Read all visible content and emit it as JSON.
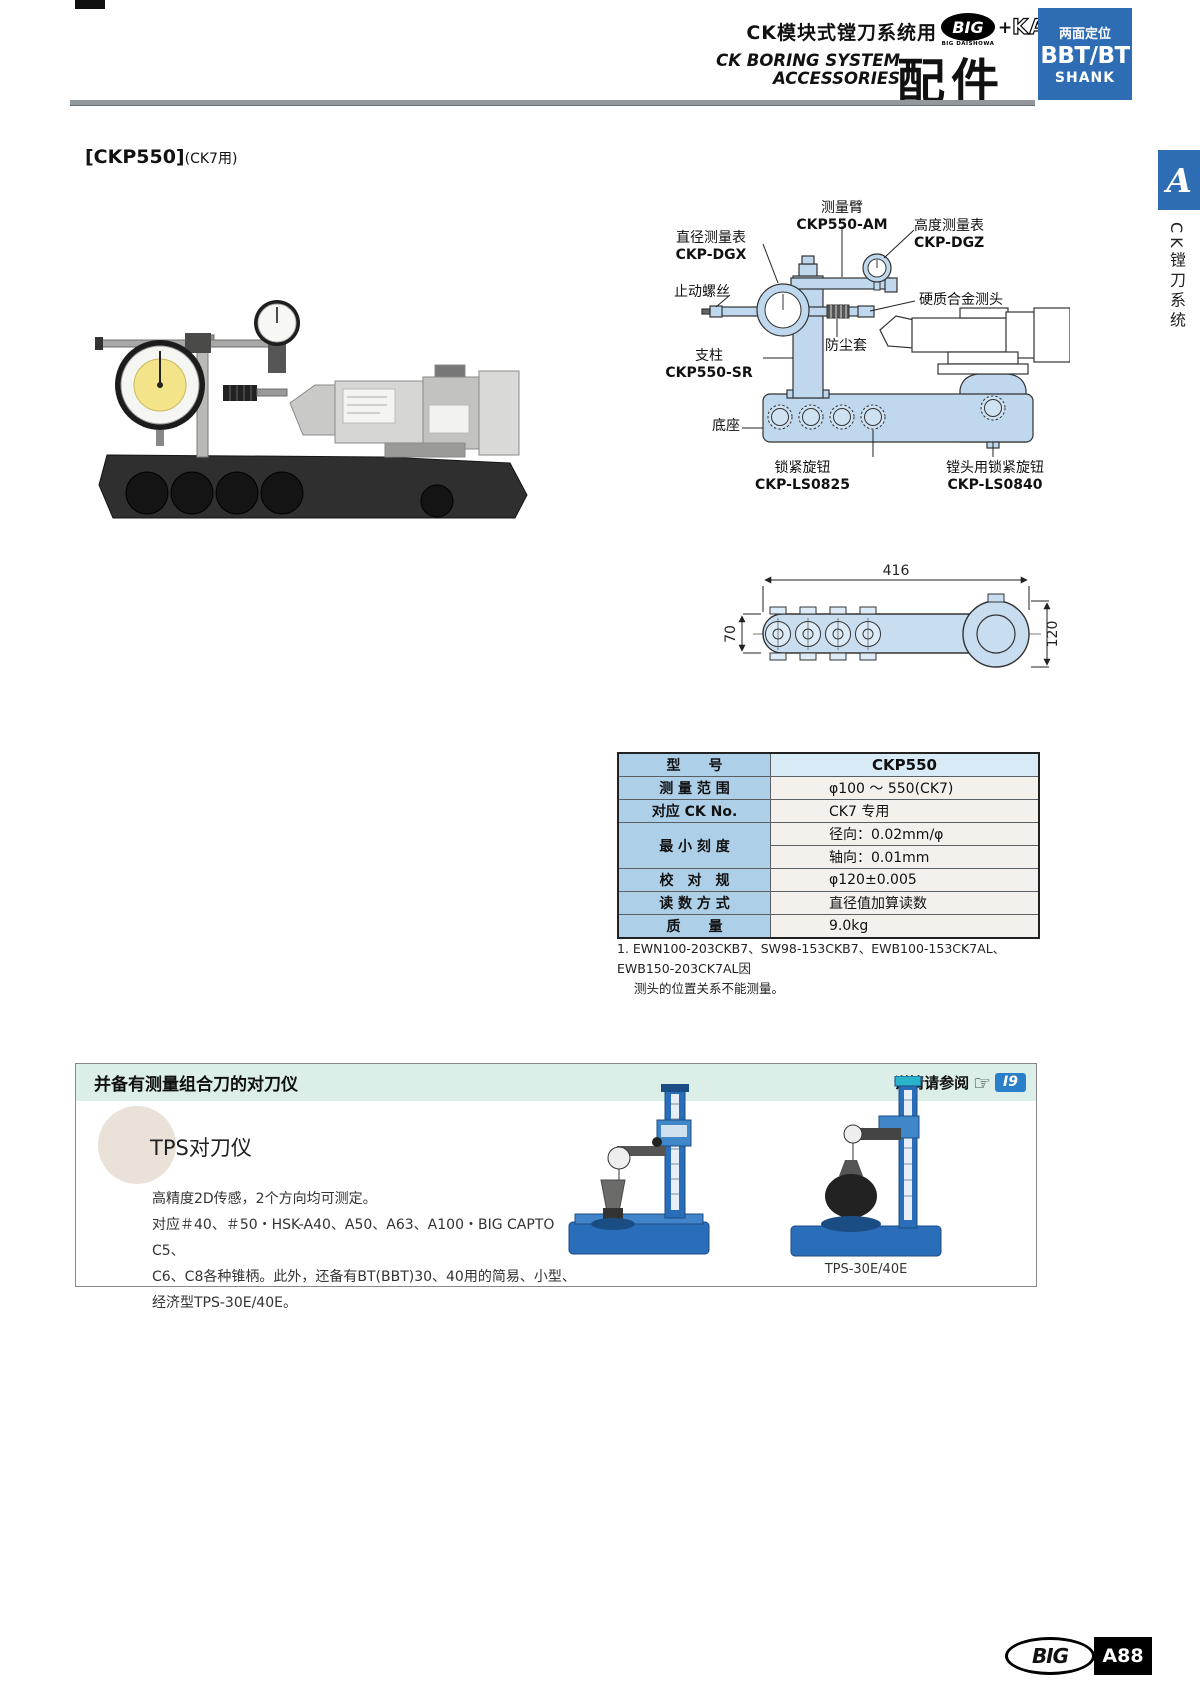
{
  "header": {
    "title_cn": "CK模块式镗刀系统用",
    "big": "BIG",
    "big_sub": "BIG DAISHOWA",
    "plus": "+",
    "kaiser": "KAISER",
    "subtitle_en1": "CK BORING SYSTEM",
    "subtitle_en2": "ACCESSORIES",
    "accessories_cn": "配件",
    "badge": {
      "top": "两面定位",
      "mid": "BBT/BT",
      "bottom": "SHANK"
    }
  },
  "side_tab": {
    "letter": "A",
    "label": "CK镗刀系统"
  },
  "model": {
    "name": "[CKP550]",
    "note": "(CK7用)"
  },
  "diagram": {
    "measuring_arm_cn": "测量臂",
    "measuring_arm_code": "CKP550-AM",
    "diameter_gauge_cn": "直径测量表",
    "diameter_gauge_code": "CKP-DGX",
    "height_gauge_cn": "高度测量表",
    "height_gauge_code": "CKP-DGZ",
    "stop_screw": "止动螺丝",
    "carbide_probe": "硬质合金测头",
    "dust_cover": "防尘套",
    "column_cn": "支柱",
    "column_code": "CKP550-SR",
    "base": "底座",
    "lock_knob_cn": "锁紧旋钮",
    "lock_knob_code": "CKP-LS0825",
    "head_lock_knob_cn": "镗头用锁紧旋钮",
    "head_lock_knob_code": "CKP-LS0840"
  },
  "dimensions": {
    "length": "416",
    "height_small": "70",
    "height_large": "120"
  },
  "spec_table": {
    "header_label": "型　　号",
    "header_value": "CKP550",
    "rows": [
      {
        "label": "测 量 范 围",
        "value": "φ100 ～ 550(CK7)"
      },
      {
        "label": "对应 CK No.",
        "value": "CK7 专用"
      },
      {
        "label": "最 小 刻 度",
        "value": "径向：0.02mm/φ",
        "value2": "轴向：0.01mm"
      },
      {
        "label": "校　对　规",
        "value": "φ120±0.005"
      },
      {
        "label": "读 数 方 式",
        "value": "直径值加算读数"
      },
      {
        "label": "质　　量",
        "value": "9.0kg"
      }
    ]
  },
  "footnote": {
    "line1": "1. EWN100-203CKB7、SW98-153CKB7、EWB100-153CK7AL、EWB150-203CK7AL因",
    "line2": "测头的位置关系不能测量。"
  },
  "preset_section": {
    "title": "并备有测量组合刀的对刀仪",
    "ref_label": "详情请参阅",
    "ref_page": "I9",
    "tps_title": "TPS对刀仪",
    "body": [
      "高精度2D传感，2个方向均可测定。",
      "对应＃40、＃50・HSK-A40、A50、A63、A100・BIG CAPTO C5、",
      "C6、C8各种锥柄。此外，还备有BT(BBT)30、40用的简易、小型、",
      "经济型TPS-30E/40E。"
    ],
    "image_label": "TPS-30E/40E"
  },
  "footer": {
    "logo": "BIG",
    "page": "A88"
  },
  "colors": {
    "accent_blue": "#2e6db4",
    "diagram_fill": "#bfd8ee",
    "table_label_bg": "#aecfe8",
    "table_header_value_bg": "#d8eaf6",
    "table_value_bg": "#f4f1ec",
    "section_band_bg": "#dceee8",
    "ref_badge_bg": "#2a7fc9"
  }
}
